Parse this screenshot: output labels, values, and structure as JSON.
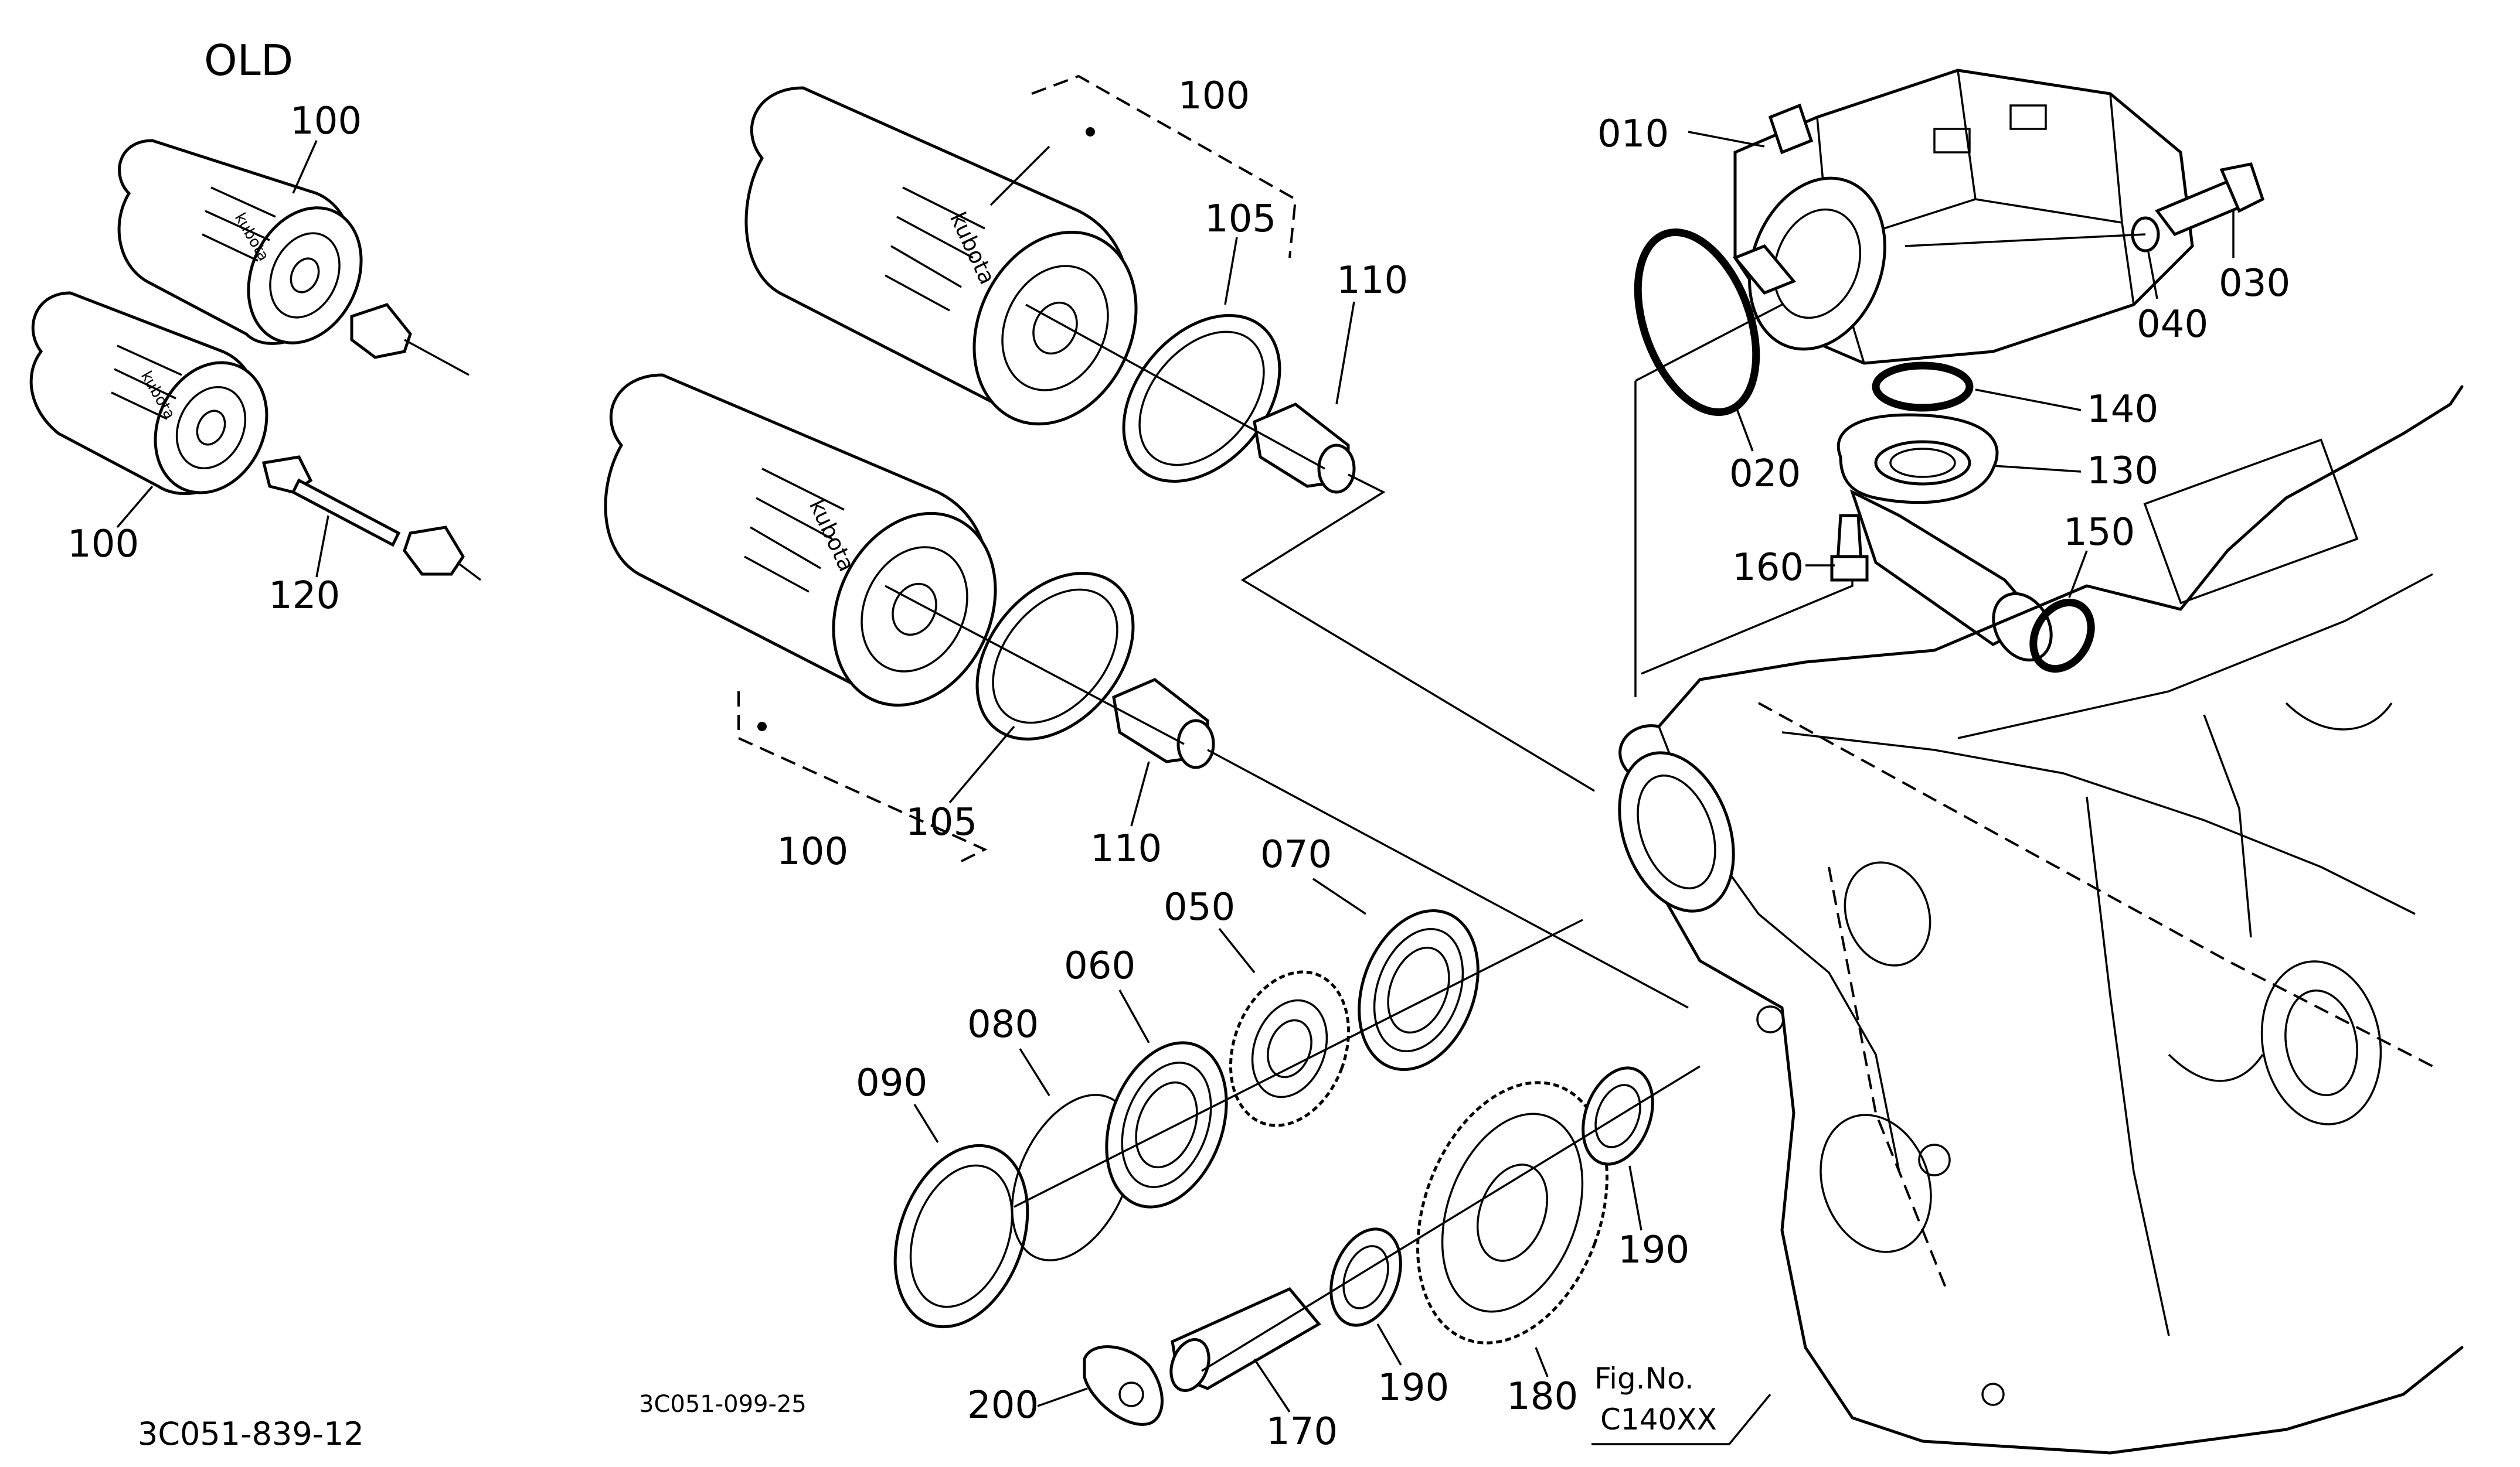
{
  "header": {
    "old_label": "OLD"
  },
  "labels": {
    "p010": "010",
    "p020": "020",
    "p030": "030",
    "p040": "040",
    "p050": "050",
    "p060": "060",
    "p070": "070",
    "p080": "080",
    "p090": "090",
    "p100_old_a": "100",
    "p100_old_b": "100",
    "p100_new_a": "100",
    "p100_new_b": "100",
    "p105_a": "105",
    "p105_b": "105",
    "p110_a": "110",
    "p110_b": "110",
    "p120": "120",
    "p130": "130",
    "p140": "140",
    "p150": "150",
    "p160": "160",
    "p170": "170",
    "p180": "180",
    "p190_a": "190",
    "p190_b": "190",
    "p200": "200"
  },
  "codes": {
    "old_diagram_code": "3C051-839-12",
    "new_diagram_code": "3C051-099-25",
    "fig_label": "Fig.No.",
    "fig_number": "C140XX"
  },
  "filter_brand": "kubota"
}
